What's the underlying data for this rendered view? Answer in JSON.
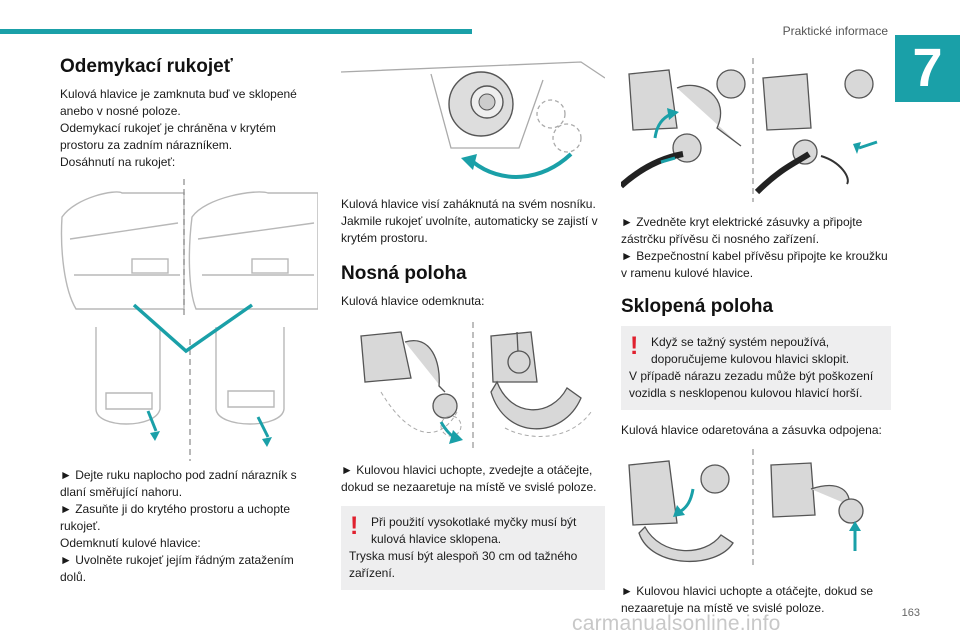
{
  "header": {
    "section": "Praktické informace",
    "chapter": "7",
    "page": "163"
  },
  "watermark": "carmanualsonline.info",
  "col1": {
    "title": "Odemykací rukojeť",
    "intro": [
      "Kulová hlavice je zamknuta buď ve sklopené anebo v nosné poloze.",
      "Odemykací rukojeť je chráněna v krytém prostoru za zadním nárazníkem.",
      "Dosáhnutí na rukojeť:"
    ],
    "steps": [
      "► Dejte ruku naplocho pod zadní nárazník s dlaní směřující nahoru.",
      "► Zasuňte ji do krytého prostoru a uchopte rukojeť.",
      "Odemknutí kulové hlavice:",
      "► Uvolněte rukojeť jejím řádným zatažením dolů."
    ]
  },
  "col2": {
    "caption": "Kulová hlavice visí zaháknutá na svém nosníku. Jakmile rukojeť uvolníte, automaticky se zajistí v krytém prostoru.",
    "title": "Nosná poloha",
    "lead": "Kulová hlavice odemknuta:",
    "step": "► Kulovou hlavici uchopte, zvedejte a otáčejte, dokud se nezaaretuje na místě ve svislé poloze.",
    "warning": {
      "bold": "Při použití vysokotlaké myčky musí být kulová hlavice sklopena.",
      "text": "Tryska musí být alespoň 30 cm od tažného zařízení."
    }
  },
  "col3": {
    "steps": [
      "► Zvedněte kryt elektrické zásuvky a připojte zástrčku přívěsu či nosného zařízení.",
      "► Bezpečnostní kabel přívěsu připojte ke kroužku v ramenu kulové hlavice."
    ],
    "title": "Sklopená poloha",
    "warning": {
      "bold": "Když se tažný systém nepoužívá, doporučujeme kulovou hlavici sklopit.",
      "text": "V případě nárazu zezadu může být poškození vozidla s nesklopenou kulovou hlavicí horší."
    },
    "lead": "Kulová hlavice odaretována a zásuvka odpojena:",
    "step": "► Kulovou hlavici uchopte a otáčejte, dokud se nezaaretuje na místě ve svislé poloze."
  },
  "colors": {
    "accent": "#1aa0a8",
    "warning": "#e0202e",
    "warning_bg": "#eeeeef"
  }
}
